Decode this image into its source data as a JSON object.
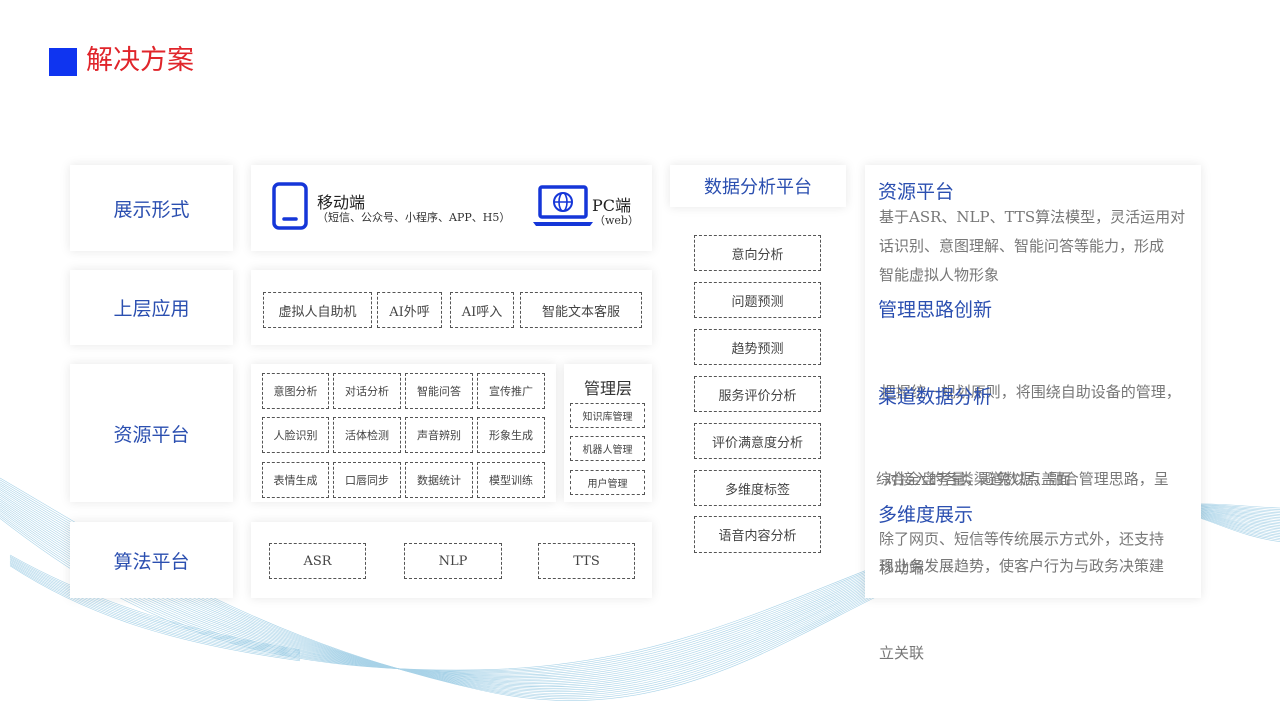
{
  "page_title": "解决方案",
  "rows": {
    "display": {
      "label": "展示形式"
    },
    "upper": {
      "label": "上层应用"
    },
    "resource": {
      "label": "资源平台"
    },
    "algorithm": {
      "label": "算法平台"
    }
  },
  "devices": {
    "mobile": {
      "title": "移动端",
      "subtitle": "（短信、公众号、小程序、APP、H5）",
      "icon": "mobile-phone-icon"
    },
    "pc": {
      "title": "PC端",
      "subtitle": "（web）",
      "icon": "laptop-globe-icon"
    }
  },
  "upper_apps": [
    "虚拟人自助机",
    "AI外呼",
    "AI呼入",
    "智能文本客服"
  ],
  "resource_grid": [
    [
      "意图分析",
      "对话分析",
      "智能问答",
      "宣传推广"
    ],
    [
      "人脸识别",
      "活体检测",
      "声音辨别",
      "形象生成"
    ],
    [
      "表情生成",
      "口唇同步",
      "数据统计",
      "模型训练"
    ]
  ],
  "management": {
    "title": "管理层",
    "items": [
      "知识库管理",
      "机器人管理",
      "用户管理"
    ]
  },
  "algorithms": [
    "ASR",
    "NLP",
    "TTS"
  ],
  "analytics": {
    "title": "数据分析平台",
    "items": [
      "意向分析",
      "问题预测",
      "趋势预测",
      "服务评价分析",
      "评价满意度分析",
      "多维度标签",
      "语音内容分析"
    ]
  },
  "right_panel": {
    "sections": [
      {
        "heading": "资源平台",
        "lines": [
          "基于ASR、NLP、TTS算法模型，灵活运用对",
          "话识别、意图理解、智能问答等能力，形成",
          "智能虚拟人物形象"
        ]
      },
      {
        "heading": "管理思路创新",
        "lines": [
          " 把握统一规划原则，将围绕自助设备的管理，",
          "综合全盘考量，避免以点盖面"
        ]
      },
      {
        "heading": "渠道数据分析",
        "lines": [
          " 对接入的各类渠道数据，融合管理思路，呈",
          "现业务发展趋势，使客户行为与政务决策建",
          "立关联"
        ]
      },
      {
        "heading": "多维度展示",
        "lines": [
          "除了网页、短信等传统展示方式外，还支持",
          "移动端"
        ]
      }
    ]
  },
  "colors": {
    "accent": "#0f34f0",
    "title": "#e0252b",
    "label": "#2b4fb0",
    "wave": "#8cc4e0"
  }
}
